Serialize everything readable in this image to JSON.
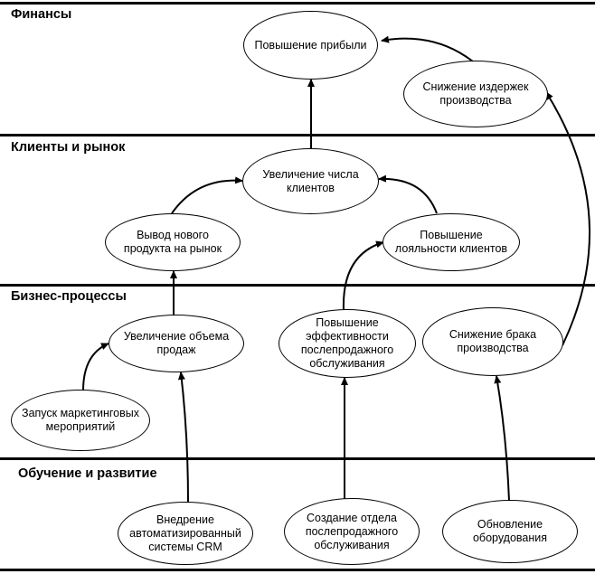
{
  "bands": [
    {
      "id": "finance",
      "title": "Финансы"
    },
    {
      "id": "clients",
      "title": "Клиенты и рынок"
    },
    {
      "id": "processes",
      "title": "Бизнес-процессы"
    },
    {
      "id": "learning",
      "title": "Обучение и развитие"
    }
  ],
  "nodes": {
    "profit": {
      "label": "Повышение прибыли"
    },
    "cost_reduction": {
      "label": "Снижение издержек\nпроизводства"
    },
    "more_clients": {
      "label": "Увеличение числа\nклиентов"
    },
    "new_product": {
      "label": "Вывод нового\nпродукта на рынок"
    },
    "loyalty": {
      "label": "Повышение\nлояльности клиентов"
    },
    "sales_growth": {
      "label": "Увеличение объема\nпродаж"
    },
    "aftersales_efficiency": {
      "label": "Повышение\nэффективности\nпослепродажного\nобслуживания"
    },
    "defect_reduction": {
      "label": "Снижение брака\nпроизводства"
    },
    "marketing": {
      "label": "Запуск маркетинговых\nмероприятий"
    },
    "crm": {
      "label": "Внедрение\nавтоматизированный\nсистемы CRM"
    },
    "aftersales_dept": {
      "label": "Создание отдела\nпослепродажного\nобслуживания"
    },
    "equipment": {
      "label": "Обновление\nоборудования"
    }
  },
  "links": [
    {
      "from": "cost_reduction",
      "to": "profit"
    },
    {
      "from": "more_clients",
      "to": "profit"
    },
    {
      "from": "new_product",
      "to": "more_clients"
    },
    {
      "from": "loyalty",
      "to": "more_clients"
    },
    {
      "from": "sales_growth",
      "to": "new_product"
    },
    {
      "from": "aftersales_efficiency",
      "to": "loyalty"
    },
    {
      "from": "defect_reduction",
      "to": "cost_reduction"
    },
    {
      "from": "marketing",
      "to": "sales_growth"
    },
    {
      "from": "crm",
      "to": "sales_growth"
    },
    {
      "from": "aftersales_dept",
      "to": "aftersales_efficiency"
    },
    {
      "from": "equipment",
      "to": "defect_reduction"
    }
  ]
}
